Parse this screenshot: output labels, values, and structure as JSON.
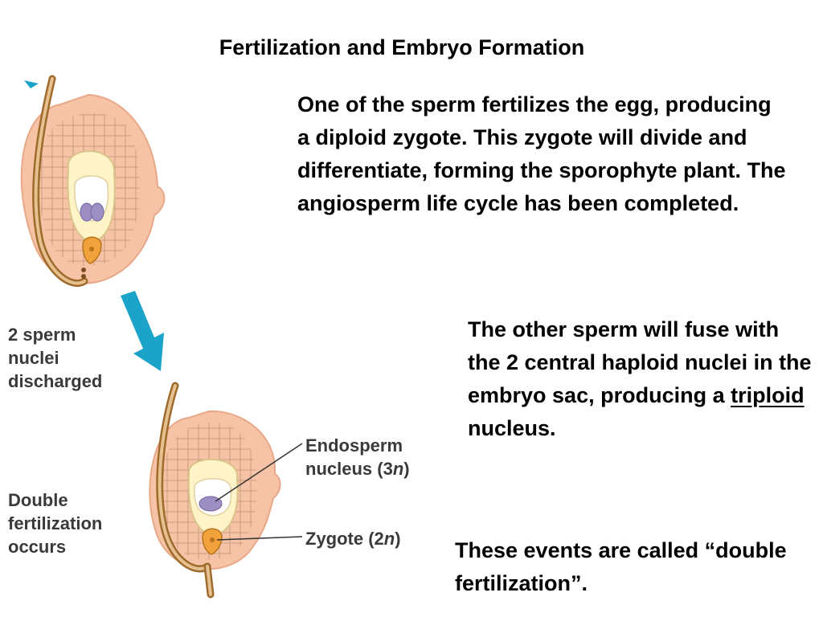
{
  "title": "Fertilization and Embryo Formation",
  "paragraph1": "One of the sperm fertilizes the egg, producing a diploid zygote. This zygote will divide and differentiate, forming the sporophyte plant. The angiosperm life cycle has been completed.",
  "paragraph2": {
    "text_before": "The other sperm will fuse with the 2 central haploid nuclei in the embryo sac, producing a ",
    "underlined": "triploid",
    "text_after": " nucleus."
  },
  "paragraph3": "These events are called “double fertilization”.",
  "labels": {
    "sperm_discharged": [
      "2 sperm",
      "nuclei",
      "discharged"
    ],
    "double_fertilization": [
      "Double",
      "fertilization",
      "occurs"
    ],
    "endosperm_line1": "Endosperm",
    "endosperm_line2_prefix": "nucleus (3",
    "endosperm_n": "n",
    "endosperm_line2_suffix": ")",
    "zygote_prefix": "Zygote (2",
    "zygote_n": "n",
    "zygote_suffix": ")"
  },
  "colors": {
    "ovule_fill": "#f6c3a6",
    "ovule_outline": "#e8a888",
    "cell_lines": "#c89c7c",
    "embryo_sac": "#fff3c8",
    "nuclei": "#9d8fc4",
    "egg": "#f2a23c",
    "pollen_tube": "#9e6b2c",
    "arrow": "#1ba3c9",
    "label_text": "#3a3a3a"
  }
}
